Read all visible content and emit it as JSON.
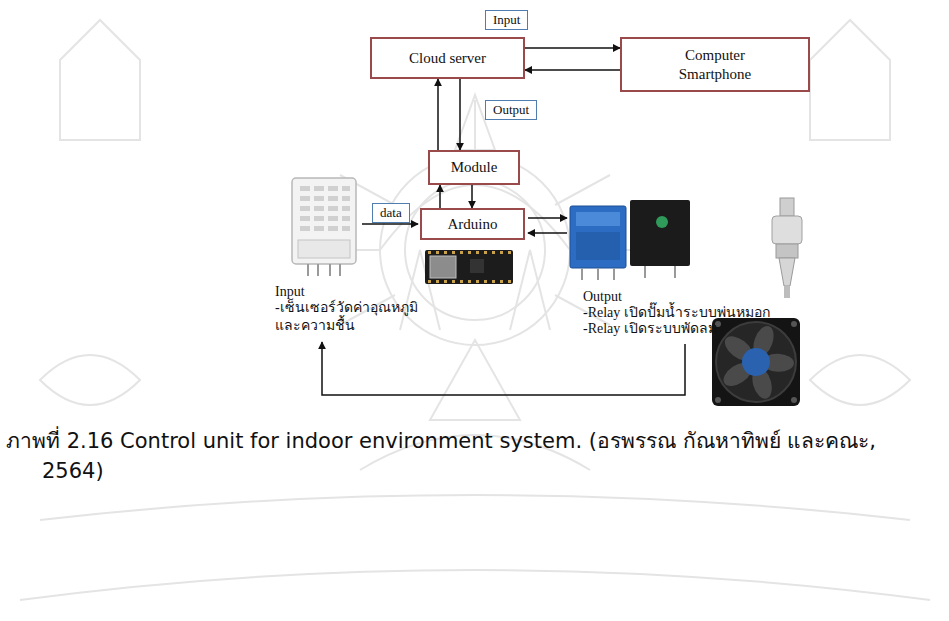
{
  "diagram": {
    "caption": "ภาพที่ 2.16 Control unit for indoor environment system. (อรพรรณ กัณหาทิพย์ และคณะ, 2564)",
    "nodes": [
      {
        "text": [
          "Cloud server"
        ]
      },
      {
        "text": [
          "Computer Smartphone"
        ]
      },
      {
        "text": [
          "Module"
        ]
      },
      {
        "text": [
          "Arduino"
        ]
      }
    ],
    "edges": [
      {
        "from": 0,
        "to": 1,
        "label": "Input",
        "arrow": "to"
      },
      {
        "from": 1,
        "to": 0,
        "label": "Output",
        "arrow": "to"
      },
      {
        "from": 2,
        "to": 0,
        "arrow": "to"
      },
      {
        "from": 0,
        "to": 2,
        "arrow": "to"
      },
      {
        "from": 3,
        "to": 2,
        "label": "data",
        "arrow": "to"
      },
      {
        "from": 2,
        "to": 3,
        "arrow": "to"
      }
    ],
    "labels": [
      "Input",
      "-เซ็นเซอร์วัดค่าอุณหภูมิ และความชื้น",
      "Output",
      "-Relay เปิดปั๊มน้ำระบบพ่นหมอก",
      "-Relay เปิดระบบพัดลม"
    ]
  }
}
